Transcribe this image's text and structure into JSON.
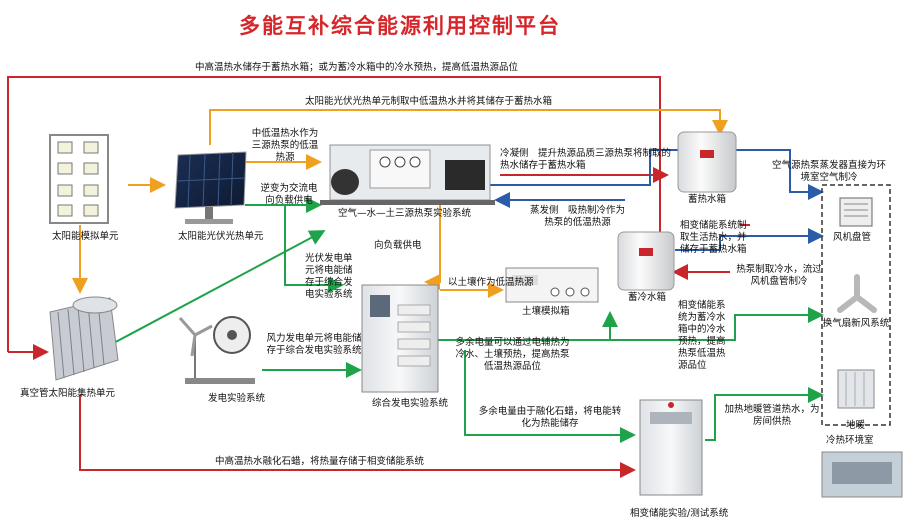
{
  "title": "多能互补综合能源利用控制平台",
  "colors": {
    "red": "#c9262b",
    "orange": "#f0a020",
    "green": "#1fa34a",
    "blue": "#2a5caa",
    "title": "#d6262a"
  },
  "flows": {
    "top_red": "中高温热水储存于蓄热水箱；或为蓄冷水箱中的冷水预热，提高低温热源品位",
    "top_orange": "太阳能光伏光热单元制取中低温热水并将其储存于蓄热水箱",
    "mid_low_heat": "中低温热水作为三源热泵的低温热源",
    "inverter": "逆变为交流电向负载供电",
    "condense": "冷凝侧　提升热源品质三源热泵将制取的热水储存于蓄热水箱",
    "evaporate": "蒸发侧　吸热制冷作为热泵的低温热源",
    "air_source": "空气源热泵蒸发器直接为环境室空气制冷",
    "phase_change_hot": "相变储能系统制取生活热水，并储存于蓄热水箱",
    "heat_pump_cold": "热泵制取冷水，流过风机盘管制冷",
    "pv_store": "光伏发电单元将电能储存于综合发电实验系统",
    "load_supply": "向负载供电",
    "soil_source": "以土壤作为低温热源",
    "surplus_heat": "多余电量可以通过电辅热为冷水、土壤预热，提高热泵低温热源品位",
    "phase_preheat": "相变储能系统为蓄冷水箱中的冷水预热，提高热泵低温热源品位",
    "wind_store": "风力发电单元将电能储存于综合发电实验系统",
    "surplus_paraffin": "多余电量由于融化石蜡，将电能转化为热能储存",
    "floor_heat": "加热地暖管道热水，为房间供热",
    "bottom_red": "中高温热水融化石蜡，将热量存储于相变储能系统"
  },
  "units": {
    "solar_sim": "太阳能模拟单元",
    "pv_thermal": "太阳能光伏光热单元",
    "heat_pump": "空气—水—土三源热泵实验系统",
    "hot_tank": "蓄热水箱",
    "cold_tank": "蓄冷水箱",
    "fan_coil": "风机盘管",
    "fresh_air": "换气扇新风系统",
    "floor": "地暖",
    "env_room": "冷热环境室",
    "soil_box": "土壤模拟箱",
    "power_gen": "发电实验系统",
    "integrated": "综合发电实验系统",
    "vacuum_tube": "真空管太阳能集热单元",
    "phase_test": "相变储能实验/测试系统"
  }
}
